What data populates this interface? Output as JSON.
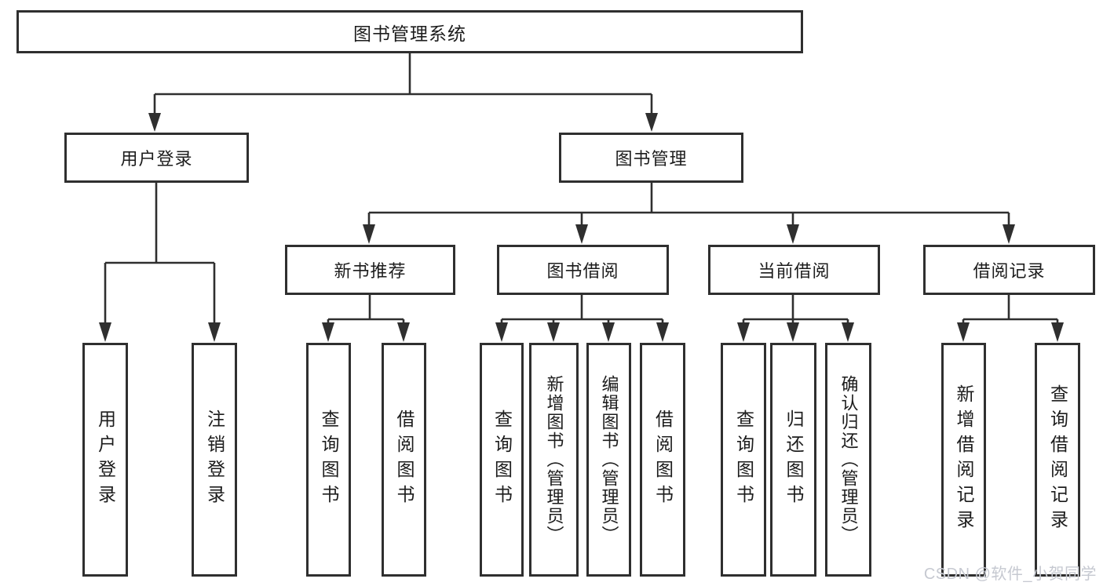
{
  "tree": {
    "root": {
      "label": "图书管理系统",
      "children": [
        {
          "label": "用户登录",
          "children": [
            {
              "label": "用户登录"
            },
            {
              "label": "注销登录"
            }
          ]
        },
        {
          "label": "图书管理",
          "children": [
            {
              "label": "新书推荐",
              "children": [
                {
                  "label": "查询图书"
                },
                {
                  "label": "借阅图书"
                }
              ]
            },
            {
              "label": "图书借阅",
              "children": [
                {
                  "label": "查询图书"
                },
                {
                  "label": "新增图书（管理员）"
                },
                {
                  "label": "编辑图书（管理员）"
                },
                {
                  "label": "借阅图书"
                }
              ]
            },
            {
              "label": "当前借阅",
              "children": [
                {
                  "label": "查询图书"
                },
                {
                  "label": "归还图书"
                },
                {
                  "label": "确认归还（管理员）"
                }
              ]
            },
            {
              "label": "借阅记录",
              "children": [
                {
                  "label": "新增借阅记录"
                },
                {
                  "label": "查询借阅记录"
                }
              ]
            }
          ]
        }
      ]
    }
  },
  "watermark": {
    "text": "CSDN @软件_小贺同学"
  },
  "colors": {
    "line": "#2f2f2f",
    "box_border": "#2f2f2f",
    "text": "#1c1c1c",
    "watermark": "#c6c9d1",
    "background": "#ffffff"
  }
}
